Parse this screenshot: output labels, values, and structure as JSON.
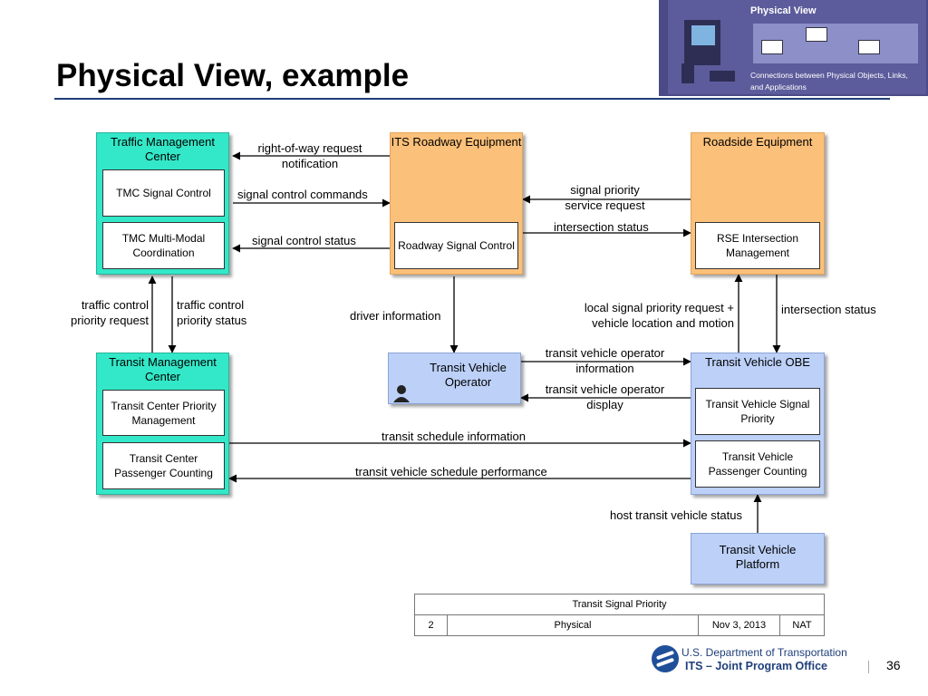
{
  "page": {
    "title": "Physical View, example",
    "page_number": "36"
  },
  "banner": {
    "title": "Physical View",
    "subtitle": "Connections between Physical Objects, Links, and Applications"
  },
  "nodes": {
    "tmc": {
      "title": "Traffic Management Center",
      "subs": [
        "TMC Signal Control",
        "TMC Multi-Modal Coordination"
      ]
    },
    "its": {
      "title": "ITS Roadway Equipment",
      "subs": [
        "Roadway Signal Control"
      ]
    },
    "rse": {
      "title": "Roadside Equipment",
      "subs": [
        "RSE Intersection Management"
      ]
    },
    "transit_mc": {
      "title": "Transit Management Center",
      "subs": [
        "Transit Center Priority Management",
        "Transit Center Passenger Counting"
      ]
    },
    "operator": {
      "title": "Transit Vehicle Operator"
    },
    "obe": {
      "title": "Transit Vehicle OBE",
      "subs": [
        "Transit Vehicle Signal Priority",
        "Transit Vehicle Passenger Counting"
      ]
    },
    "platform": {
      "title": "Transit Vehicle Platform"
    }
  },
  "flows": {
    "row": "right-of-way request notification",
    "commands": "signal control commands",
    "status": "signal control status",
    "priority_service": "signal priority service request",
    "intersection_status_h": "intersection status",
    "tc_priority_request": "traffic control priority request",
    "tc_priority_status": "traffic control priority status",
    "driver_info": "driver information",
    "local_priority": "local signal priority request + vehicle location and motion",
    "intersection_status_v": "intersection status",
    "operator_info": "transit vehicle operator information",
    "operator_display": "transit vehicle operator display",
    "schedule_info": "transit schedule information",
    "schedule_perf": "transit vehicle schedule performance",
    "host_status": "host transit vehicle status"
  },
  "table": {
    "header": "Transit Signal Priority",
    "cells": [
      "2",
      "Physical",
      "Nov 3, 2013",
      "NAT"
    ]
  },
  "footer": {
    "org": "U.S. Department of Transportation",
    "office": "ITS – Joint Program Office"
  }
}
